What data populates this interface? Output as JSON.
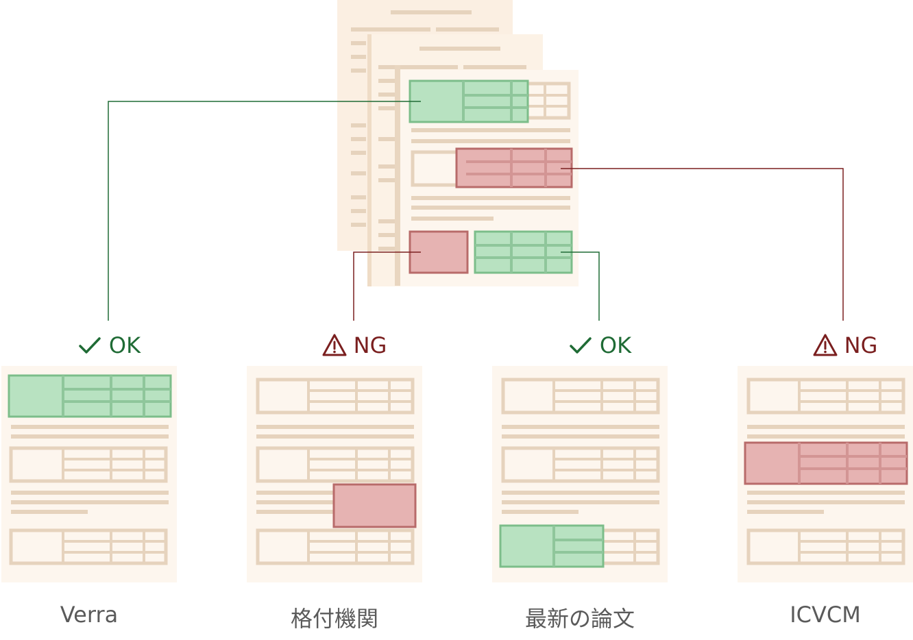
{
  "colors": {
    "paper": "#fdf6ee",
    "paper_edge": "#f6ebdd",
    "line": "#e6d3bd",
    "ok_fill": "#b8e2c1",
    "ok_stroke": "#7cbd8a",
    "ng_fill": "#e6b3b2",
    "ng_stroke": "#b86b6a",
    "ok_connector": "#1f6b35",
    "ng_connector": "#7a1f1f"
  },
  "sources": [
    {
      "status": "OK",
      "status_icon": "check-icon",
      "label": "Verra"
    },
    {
      "status": "NG",
      "status_icon": "warning-icon",
      "label": "格付機関"
    },
    {
      "status": "OK",
      "status_icon": "check-icon",
      "label": "最新の論文"
    },
    {
      "status": "NG",
      "status_icon": "warning-icon",
      "label": "ICVCM"
    }
  ]
}
